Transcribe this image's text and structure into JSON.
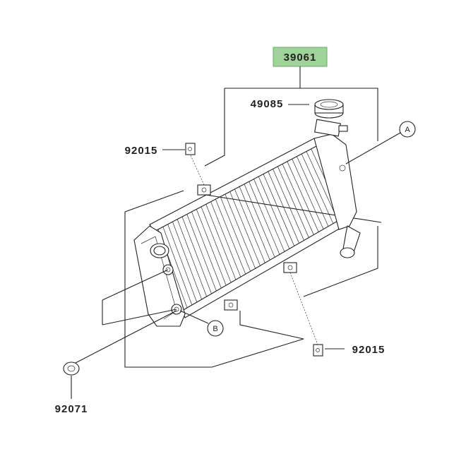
{
  "diagram": {
    "highlight_color": "#9fd39a",
    "parts": {
      "assembly": "39061",
      "cap": "49085",
      "clip_top": "92015",
      "clip_bottom": "92015",
      "grommet": "92071"
    },
    "callouts": {
      "a": "A",
      "b": "B"
    }
  }
}
